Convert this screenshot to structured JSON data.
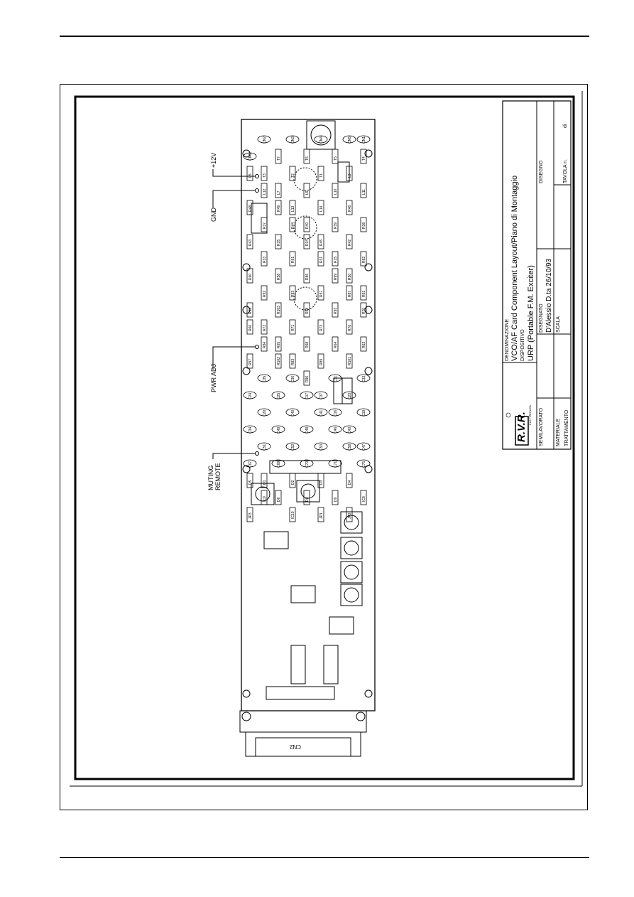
{
  "title_block": {
    "denominazione_label": "DENOMINAZIONE",
    "denominazione": "VCO/AF Card  Component Layout/Piano di Montaggio",
    "dispositivo_label": "DISPOSITIVO",
    "dispositivo": "URP  (Portable  F.M.  Exciter)",
    "disegnato_label": "DISEGNATO",
    "disegnato": "D'Alessio  D.ta 26/10/93",
    "scala_label": "SCALA",
    "disegno_label": "DISEGNO",
    "tavola_label": "TAVOLA n.",
    "di_label": "di",
    "semilavorato_label": "SEMILAVORATO",
    "materiale_label": "MATERIALE",
    "trattamento_label": "TRATTAMENTO",
    "logo": "R.V.R. ELETTRONICA"
  },
  "board": {
    "connectors": {
      "supply": "+12V",
      "gnd": "GND",
      "pwr_adj": "PWR ADJ",
      "muting": "MUTING REMOTE"
    },
    "labels": [
      "CN1",
      "CN2",
      "CN3",
      "CN4",
      "CN5",
      "CN6",
      "T7",
      "T6",
      "T5",
      "T4",
      "T3",
      "T2",
      "T1",
      "L3",
      "L5",
      "L7",
      "L9",
      "L10",
      "L11",
      "L12",
      "L13",
      "L14",
      "R46",
      "R48",
      "R49",
      "R40",
      "R39",
      "R38",
      "R37",
      "R44",
      "R45",
      "R42",
      "R43",
      "R35",
      "R34",
      "R15",
      "R82",
      "R33",
      "R61",
      "R31",
      "R50",
      "R60",
      "R58",
      "R86",
      "R99",
      "R91",
      "R92",
      "R93",
      "R57",
      "R87",
      "R95",
      "R103",
      "R98",
      "R93",
      "R70",
      "R72",
      "R71",
      "R73",
      "R76",
      "R66",
      "R65",
      "R68",
      "R64",
      "R63",
      "R84",
      "R83",
      "R89",
      "R101",
      "R97",
      "R102",
      "R96",
      "C31",
      "C33",
      "C35",
      "C36",
      "C37",
      "C23",
      "C24",
      "C25",
      "C17",
      "C16",
      "C19",
      "C20",
      "C40",
      "C41",
      "C43",
      "C34",
      "C49",
      "C48",
      "C46",
      "C47",
      "C51",
      "C52",
      "C53",
      "C58",
      "C67",
      "C69",
      "C70",
      "C71",
      "C75",
      "D1",
      "D2",
      "D3",
      "D4",
      "D5",
      "D6",
      "D8",
      "D9",
      "IC8",
      "IC9",
      "IC10",
      "JP1",
      "JP2",
      "JP3"
    ]
  }
}
